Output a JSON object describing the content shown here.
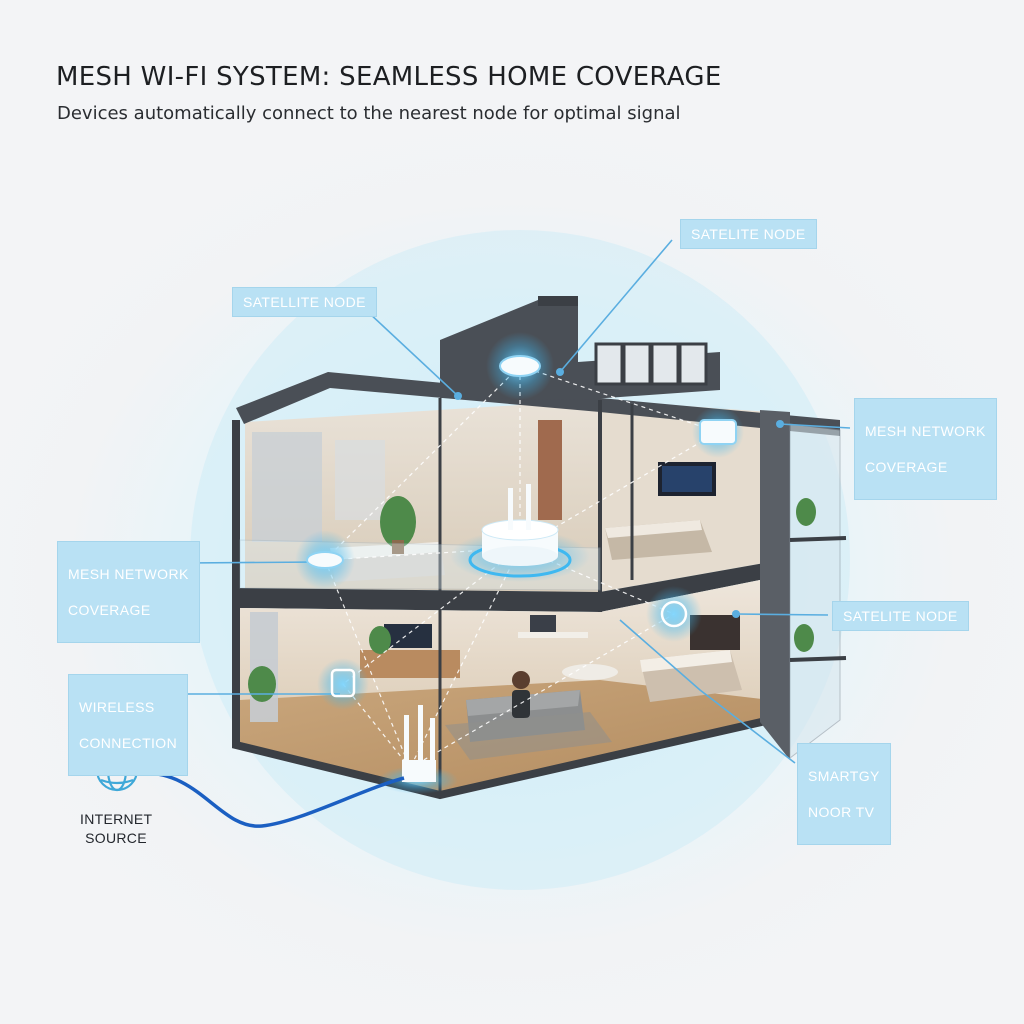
{
  "heading": "MESH WI-FI SYSTEM: SEAMLESS HOME COVERAGE",
  "subheading": "Devices automatically connect to the nearest node for optimal signal",
  "callouts": {
    "satellite_top_right": "SATELITE NODE",
    "satellite_top_left": "SATELLITE NODE",
    "mesh_right": [
      "MESH NETWORK",
      "COVERAGE"
    ],
    "mesh_left": [
      "MESH NETWORK",
      "COVERAGE"
    ],
    "satellite_right": "SATELITE NODE",
    "wireless_left": [
      "WIRELESS",
      "CONNECTION"
    ],
    "smart_tv": [
      "SMARTGY",
      "NOOR TV"
    ]
  },
  "internet": {
    "line1": "INTERNET",
    "line2": "SOURCE"
  },
  "colors": {
    "callout_fill": "#b9e1f4",
    "leader_line": "#5aaee0",
    "glow": "#3fb8f0",
    "cable": "#1b5fc2",
    "house_frame": "#3b3f45"
  },
  "icons": {
    "internet": "globe-icon",
    "nodes": "mesh-node-icon",
    "router": "router-icon"
  }
}
